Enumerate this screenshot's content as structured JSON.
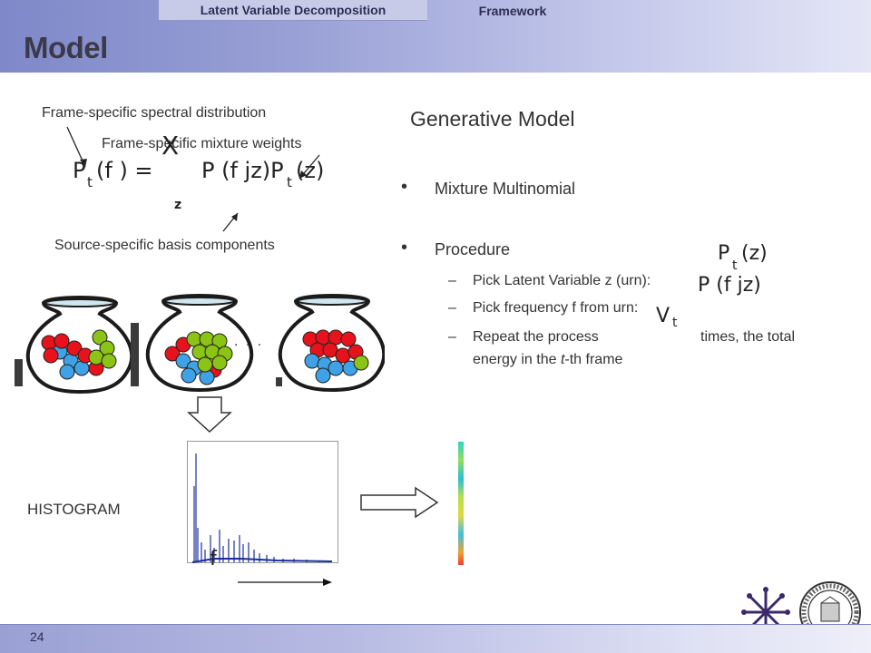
{
  "header": {
    "tab_active": "Latent Variable Decomposition",
    "tab_other": "Framework",
    "title": "Model"
  },
  "diagram": {
    "label_spectral": "Frame-specific spectral distribution",
    "label_weights": "Frame-specific mixture weights",
    "label_basis": "Source-specific basis components",
    "eq_lhs": "P",
    "eq_lhs_sub": "t",
    "eq_lhs_arg": "(f ) =",
    "eq_sum": "X",
    "eq_sum_sub": "z",
    "eq_rhs": "P (f jz)P",
    "eq_rhs_sub": "t",
    "eq_rhs_arg": "(z)",
    "ellipsis": ". . .",
    "histogram_label": "HISTOGRAM",
    "axis_f": "f"
  },
  "generative": {
    "heading": "Generative Model",
    "bullet1": "Mixture Multinomial",
    "bullet2": "Procedure",
    "sub1": "Pick Latent Variable z (urn):",
    "sub2": "Pick frequency f from urn:",
    "sub3a": "Repeat the process",
    "sub3b": "times, the total",
    "sub3c": "energy in the ",
    "sub3d": "t",
    "sub3e": "-th frame",
    "dash": "–",
    "bullet": "•",
    "m1": "P",
    "m1_sub": "t",
    "m1_arg": "(z)",
    "m2": "P (f jz)",
    "m3": "V",
    "m3_sub": "t"
  },
  "footer": {
    "page": "24"
  },
  "colors": {
    "red": "#e8121c",
    "blue": "#3fa2e6",
    "green": "#8bc414",
    "bar": "#3b3b3b"
  }
}
